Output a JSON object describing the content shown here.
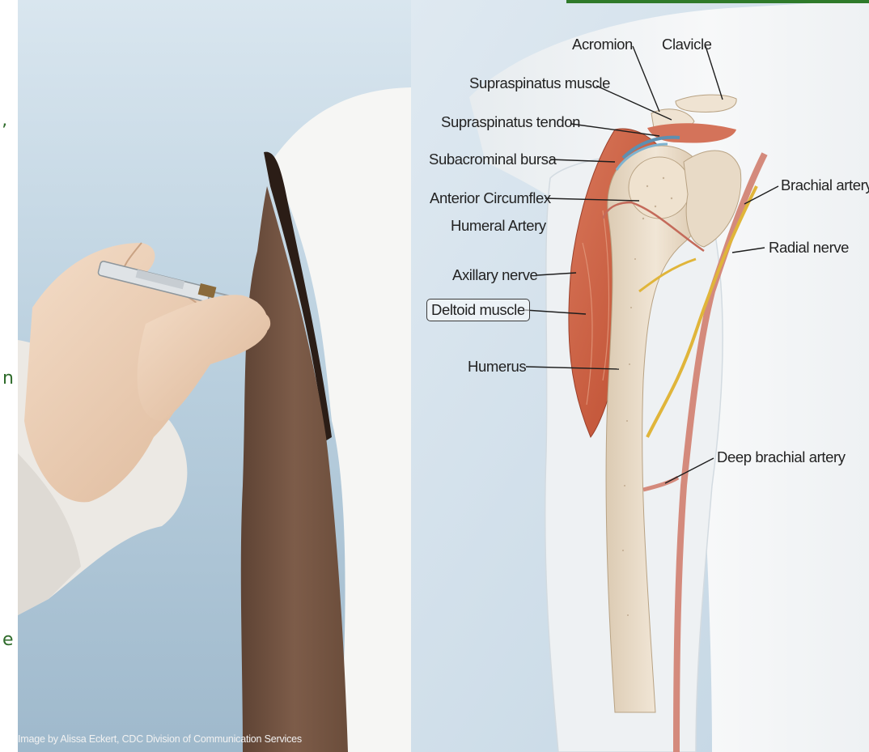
{
  "left_panel": {
    "credit": "Image by Alissa Eckert, CDC Division of Communication Services"
  },
  "edge_fragments": {
    "top": "’",
    "middle": "n",
    "bottom": "e"
  },
  "anatomy_labels": {
    "acromion": "Acromion",
    "clavicle": "Clavicle",
    "supraspinatus_muscle": "Supraspinatus muscle",
    "supraspinatus_tendon": "Supraspinatus tendon",
    "subacrominal_bursa": "Subacrominal bursa",
    "anterior_circumflex": "Anterior Circumflex",
    "humeral_artery": "Humeral Artery",
    "brachial_artery": "Brachial artery",
    "radial_nerve": "Radial nerve",
    "axillary_nerve": "Axillary nerve",
    "deltoid_muscle": "Deltoid muscle",
    "humerus": "Humerus",
    "deep_brachial_artery": "Deep brachial artery"
  },
  "colors": {
    "background_blue": "#c4d7e4",
    "skin_dark": "#7a5a47",
    "coat_white": "#f4f4f2",
    "deltoid_red": "#c85a3e",
    "bone": "#eadcc8",
    "nerve_yellow": "#e0b53a",
    "accent_green": "#2f7a2a"
  }
}
